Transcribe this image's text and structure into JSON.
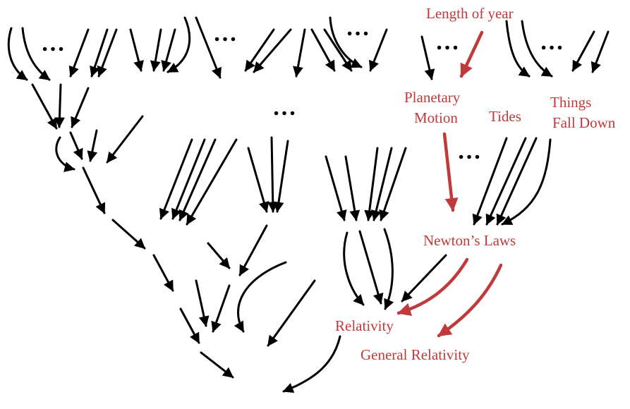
{
  "nodes": {
    "length_of_year": "Length of year",
    "planetary_motion_1": "Planetary",
    "planetary_motion_2": "Motion",
    "tides": "Tides",
    "things_fall_down_1": "Things",
    "things_fall_down_2": "Fall Down",
    "newtons_laws": "Newton’s Laws",
    "relativity": "Relativity",
    "general_relativity": "General Relativity"
  },
  "ellipsis": "…",
  "colors": {
    "highlight": "#c0393b",
    "arrow": "#000000"
  }
}
